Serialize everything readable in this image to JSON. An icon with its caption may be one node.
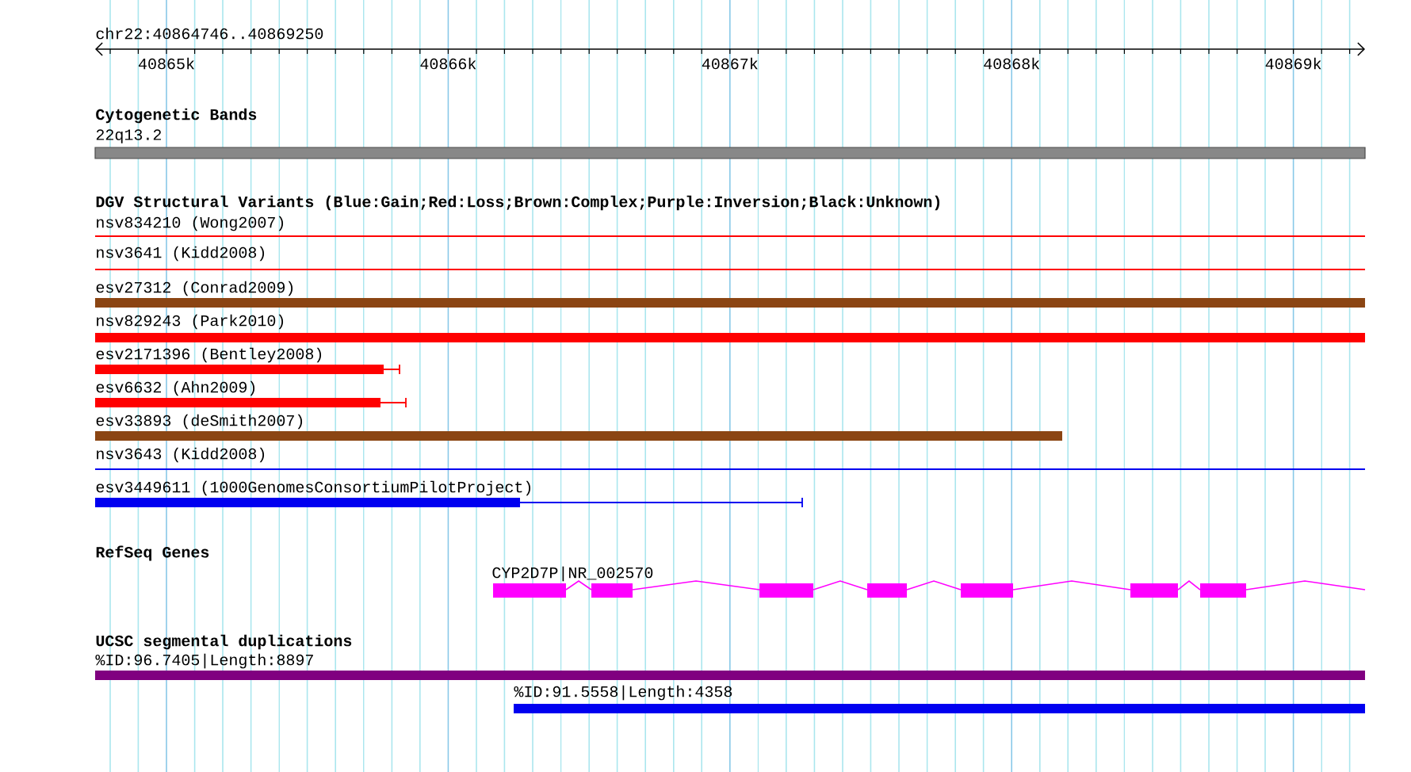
{
  "diagram": {
    "labels": [
      "chr22:40864746..40869250",
      "40865k",
      "40866k",
      "40867k",
      "40868k",
      "40869k",
      "Cytogenetic Bands",
      "22q13.2",
      "DGV Structural Variants (Blue:Gain;Red:Loss;Brown:Complex;Purple:Inversion;Black:Unknown)",
      "nsv834210 (Wong2007)",
      "nsv3641 (Kidd2008)",
      "esv27312 (Conrad2009)",
      "nsv829243 (Park2010)",
      "esv2171396 (Bentley2008)",
      "esv6632 (Ahn2009)",
      "esv33893 (deSmith2007)",
      "nsv3643 (Kidd2008)",
      "esv3449611 (1000GenomesConsortiumPilotProject)",
      "RefSeq Genes",
      "CYP2D7P|NR_002570",
      "UCSC segmental duplications",
      "%ID:96.7405|Length:8897",
      "%ID:91.5558|Length:4358"
    ]
  }
}
